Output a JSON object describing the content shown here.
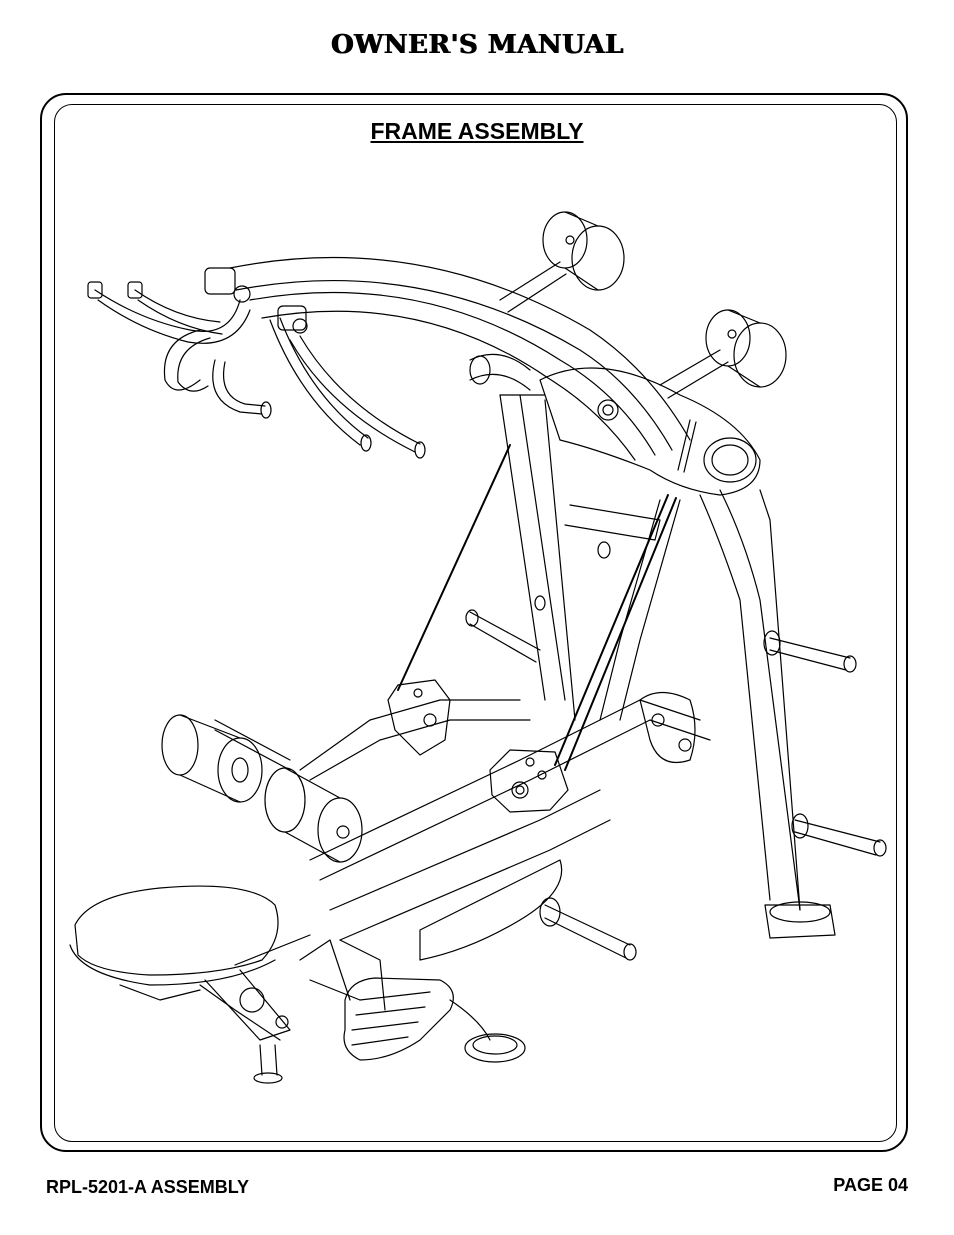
{
  "header": {
    "title": "OWNER'S MANUAL"
  },
  "section": {
    "title": "FRAME ASSEMBLY"
  },
  "figure": {
    "illustration": "frame-assembly-drawing"
  },
  "footer": {
    "model_label": "RPL-5201-A ASSEMBLY",
    "page_label": "PAGE 04"
  }
}
